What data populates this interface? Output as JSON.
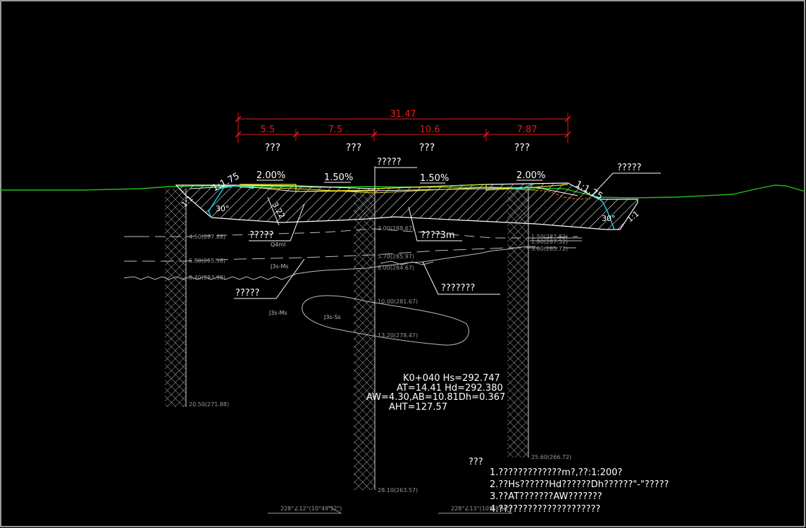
{
  "dimensions": {
    "total": "31.47",
    "segments": [
      "5.5",
      "7.5",
      "10.6",
      "7.87"
    ],
    "segment_labels": [
      "???",
      "???",
      "???",
      "???"
    ],
    "color": "#e11d1d"
  },
  "slopes": {
    "left_ratio": "1:1.75",
    "right_ratio": "1:1.75",
    "left_grade": "2.00%",
    "center_left_grade": "1.50%",
    "center_right_grade": "1.50%",
    "right_grade": "2.00%",
    "left_small": "1:1",
    "right_small": "1:1",
    "left_angle": "30°",
    "right_angle": "30°",
    "left_depth": "3.22"
  },
  "callouts": {
    "center_top": "?????",
    "right_top": "?????",
    "left_mid": "?????",
    "center_mid": "????3m",
    "center_low": "???????",
    "left_low": "?????"
  },
  "boreholes": {
    "left": [
      "4.50(287.88)",
      "6.80(285.58)",
      "8.40(283.98)",
      "20.50(271.88)"
    ],
    "center": [
      "3.00(288.67)",
      "5.70(285.97)",
      "6.00(284.67)",
      "10.00(281.67)",
      "13.20(278.47)",
      "28.10(263.57)"
    ],
    "right": [
      "1.50(287.82)",
      "1.80(287.52)",
      "3.60(285.72)",
      "25.60(266.72)"
    ]
  },
  "geology": {
    "q_label": "Q4ml",
    "ms_label_1": "J3s-Ms",
    "ms_label_2": "J3s-Ms",
    "ss_label": "J3s-Ss"
  },
  "station": {
    "line1": "K0+040  Hs=292.747",
    "line2": "AT=14.41  Hd=292.380",
    "line3": "AW=4.30,AB=10.81Dh=0.367",
    "line4": "AHT=127.57"
  },
  "bearings": {
    "left": "228°∠12°(10°49'32\")",
    "right": "228°∠13°(10°48'16\")"
  },
  "notes": {
    "title": "???",
    "lines": [
      "1.?????????????m?,??:1:200?",
      "2.??Hs??????Hd??????Dh??????\"-\"?????",
      "3.??AT???????AW???????",
      "4.?????????????????????"
    ]
  },
  "colors": {
    "background": "#000000",
    "ground_line": "#1fbf1f",
    "fill_lines": "#ffffff",
    "dimension": "#e11d1d",
    "slope_cyan": "#19d3e6",
    "yellow_line": "#e8e22a",
    "orange_line": "#e07020",
    "text": "#ffffff",
    "grey": "#9a9a9a"
  }
}
